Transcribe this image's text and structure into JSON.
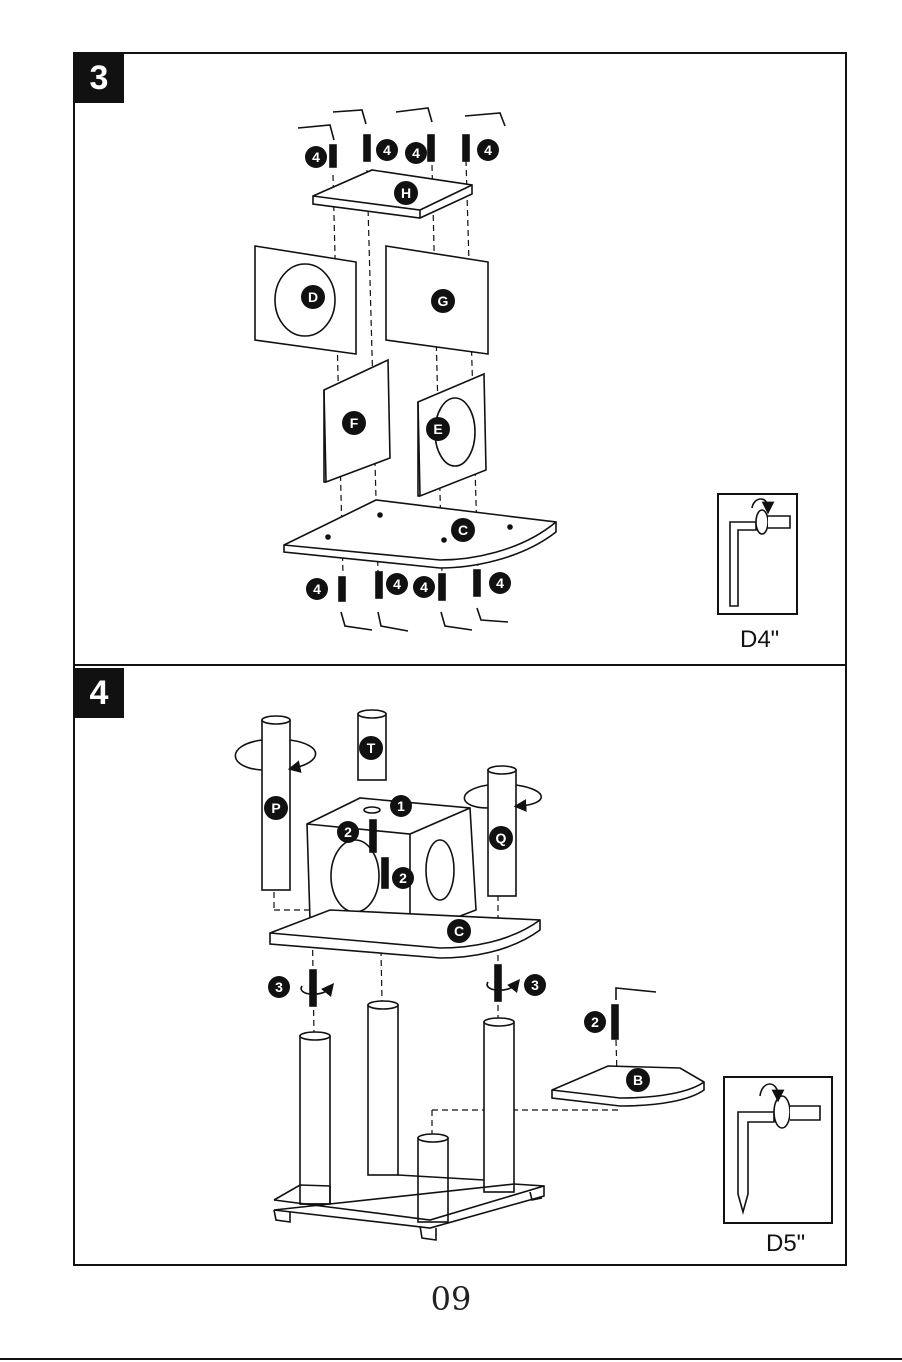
{
  "steps": [
    {
      "number": "3"
    },
    {
      "number": "4"
    }
  ],
  "step3": {
    "top_panel_label": "H",
    "back_left_panel_label": "D",
    "back_right_panel_label": "G",
    "front_left_panel_label": "F",
    "front_right_panel_label": "E",
    "base_label": "C",
    "screw_qty_top": [
      "4",
      "4",
      "4",
      "4"
    ],
    "screw_qty_bottom": [
      "4",
      "4",
      "4",
      "4"
    ],
    "tool_label": "D4\""
  },
  "step4": {
    "post_left_label": "P",
    "post_top_label": "T",
    "post_right_label": "Q",
    "platform_label": "C",
    "shelf_label": "B",
    "washer_qty": "1",
    "bolt_qty_a": "2",
    "bolt_qty_b": "2",
    "connector_qty_left": "3",
    "connector_qty_right": "3",
    "shelf_bolt_qty": "2",
    "tool_label": "D5\""
  },
  "footer": {
    "page_number": "09"
  }
}
